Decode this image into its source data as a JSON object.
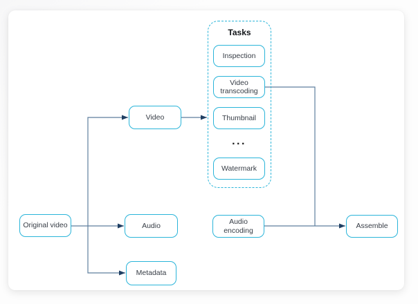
{
  "colors": {
    "node_border": "#29b4d9",
    "connector": "#5e7e9e",
    "arrowhead": "#1f3f63",
    "text": "#363c45"
  },
  "nodes": {
    "original_video": {
      "label": "Original video"
    },
    "video": {
      "label": "Video"
    },
    "audio": {
      "label": "Audio"
    },
    "metadata": {
      "label": "Metadata"
    },
    "audio_encoding": {
      "label": "Audio encoding"
    },
    "assemble": {
      "label": "Assemble"
    }
  },
  "tasks": {
    "title": "Tasks",
    "items": [
      {
        "label": "Inspection"
      },
      {
        "label": "Video transcoding"
      },
      {
        "label": "Thumbnail"
      },
      {
        "label": "..."
      },
      {
        "label": "Watermark"
      }
    ]
  }
}
